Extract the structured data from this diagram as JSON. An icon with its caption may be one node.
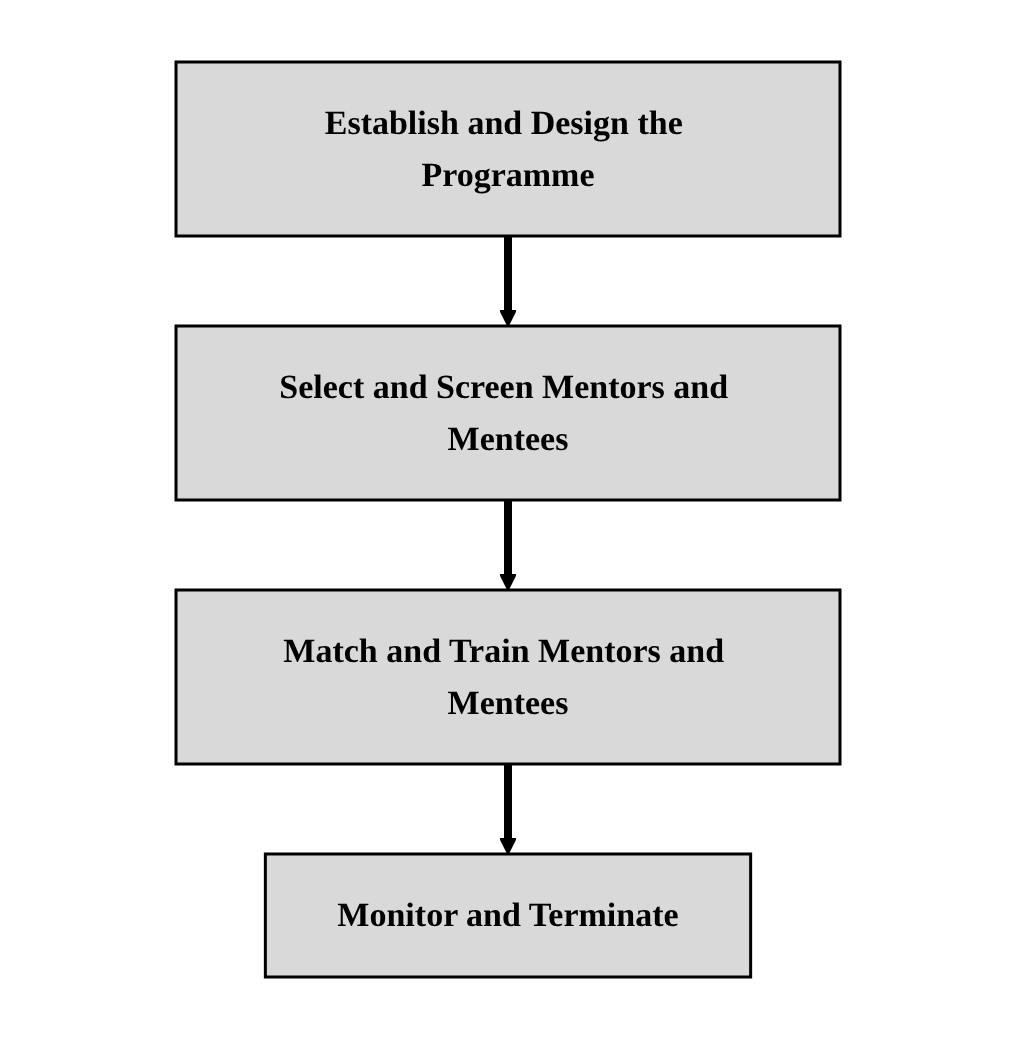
{
  "diagram": {
    "nodes": [
      {
        "text": [
          "Establish and Design the Programme"
        ]
      },
      {
        "text": [
          "Select and Screen Mentors and Mentees"
        ]
      },
      {
        "text": [
          "Match and Train Mentors and Mentees"
        ]
      },
      {
        "text": [
          "Monitor and Terminate"
        ]
      }
    ],
    "edges": [
      {
        "from": 0,
        "to": 1,
        "arrow": "to"
      },
      {
        "from": 1,
        "to": 2,
        "arrow": "to"
      },
      {
        "from": 2,
        "to": 3,
        "arrow": "to"
      }
    ]
  }
}
